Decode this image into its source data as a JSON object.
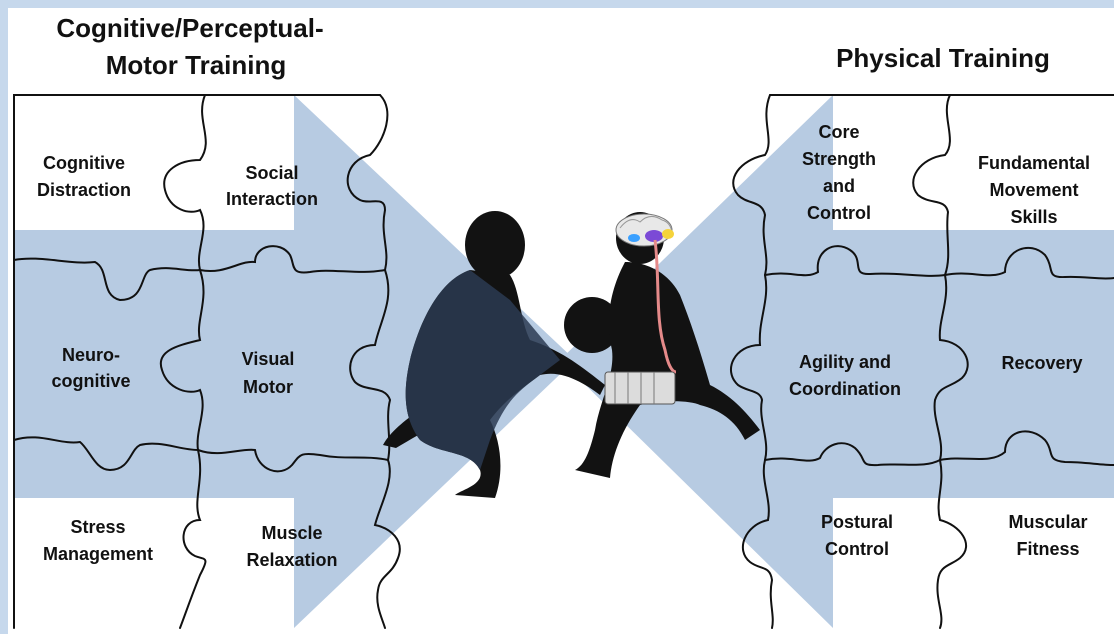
{
  "left_panel": {
    "heading": [
      "Cognitive/Perceptual-",
      "Motor Training"
    ],
    "pieces": [
      {
        "key": "cognitive-distraction",
        "lines": [
          "Cognitive",
          "Distraction"
        ]
      },
      {
        "key": "social-interaction",
        "lines": [
          "Social",
          "Interaction"
        ]
      },
      {
        "key": "neurocognitive",
        "lines": [
          "Neuro-",
          "cognitive"
        ]
      },
      {
        "key": "visual-motor",
        "lines": [
          "Visual",
          "Motor"
        ]
      },
      {
        "key": "stress-management",
        "lines": [
          "Stress",
          "Management"
        ]
      },
      {
        "key": "muscle-relaxation",
        "lines": [
          "Muscle",
          "Relaxation"
        ]
      }
    ]
  },
  "right_panel": {
    "heading": [
      "Physical Training"
    ],
    "pieces": [
      {
        "key": "core-strength",
        "lines": [
          "Core",
          "Strength",
          "and",
          "Control"
        ]
      },
      {
        "key": "fundamental-movement",
        "lines": [
          "Fundamental",
          "Movement",
          "Skills"
        ]
      },
      {
        "key": "agility-coordination",
        "lines": [
          "Agility and",
          "Coordination"
        ]
      },
      {
        "key": "recovery",
        "lines": [
          "Recovery"
        ]
      },
      {
        "key": "postural-control",
        "lines": [
          "Postural",
          "Control"
        ]
      },
      {
        "key": "muscular-fitness",
        "lines": [
          "Muscular",
          "Fitness"
        ]
      }
    ]
  },
  "colors": {
    "frame": "#c6d8ec",
    "arrow": "#b7cbe2",
    "piece_fill": "#ffffff",
    "outline": "#111111",
    "silhouette": "#121212",
    "adult_overlay": "#2c3b52"
  }
}
